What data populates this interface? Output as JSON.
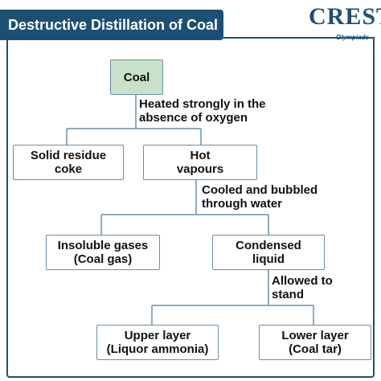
{
  "header": {
    "title": "Destructive Distillation of Coal"
  },
  "logo": {
    "brand": "CREST",
    "tagline": "Olympiads"
  },
  "nodes": {
    "coal": "Coal",
    "solid_residue": "Solid residue\ncoke",
    "hot_vapours": "Hot\nvapours",
    "insoluble_gases": "Insoluble gases\n(Coal gas)",
    "condensed_liquid": "Condensed\nliquid",
    "upper_layer": "Upper layer\n(Liquor ammonia)",
    "lower_layer": "Lower layer\n(Coal tar)"
  },
  "edge_labels": {
    "heated": "Heated strongly in the\nabsence of oxygen",
    "cooled": "Cooled and bubbled\nthrough water",
    "allowed": "Allowed to\nstand"
  },
  "colors": {
    "brand": "#1d4f75",
    "coal_fill": "#c9e2c7",
    "box_border": "#6a8fa8",
    "connector": "#6a8fa8"
  }
}
